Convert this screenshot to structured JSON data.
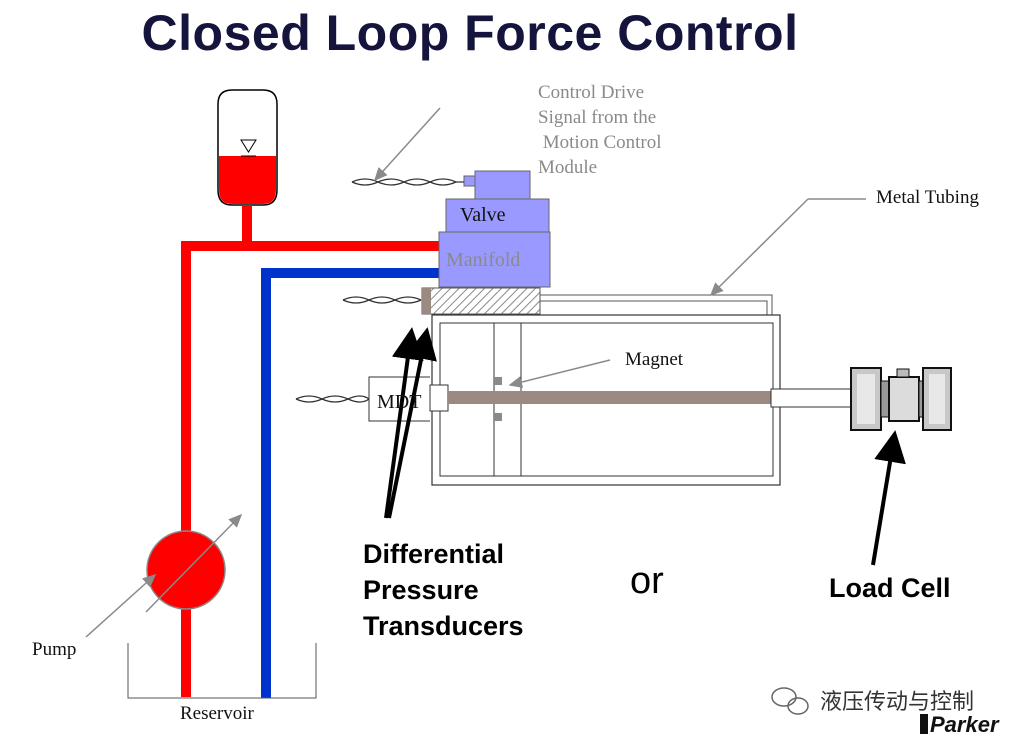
{
  "title": "Closed Loop Force Control",
  "labels": {
    "control_signal": "Control Drive\nSignal from the\n Motion Control\nModule",
    "metal_tubing": "Metal Tubing",
    "valve": "Valve",
    "manifold": "Manifold",
    "magnet": "Magnet",
    "mdt": "MDT",
    "pump": "Pump",
    "reservoir": "Reservoir",
    "dpt": "Differential\nPressure\nTransducers",
    "or": "or",
    "load_cell": "Load Cell"
  },
  "watermark": {
    "chat_text": "液压传动与控制",
    "brand": "Parker",
    "chat_icon": "wechat-icon"
  },
  "colors": {
    "supply_line": "#ff0000",
    "return_line": "#0033cc",
    "valve_fill": "#9999ff",
    "title_color": "#14143c",
    "rod_color": "#9a8a82"
  }
}
